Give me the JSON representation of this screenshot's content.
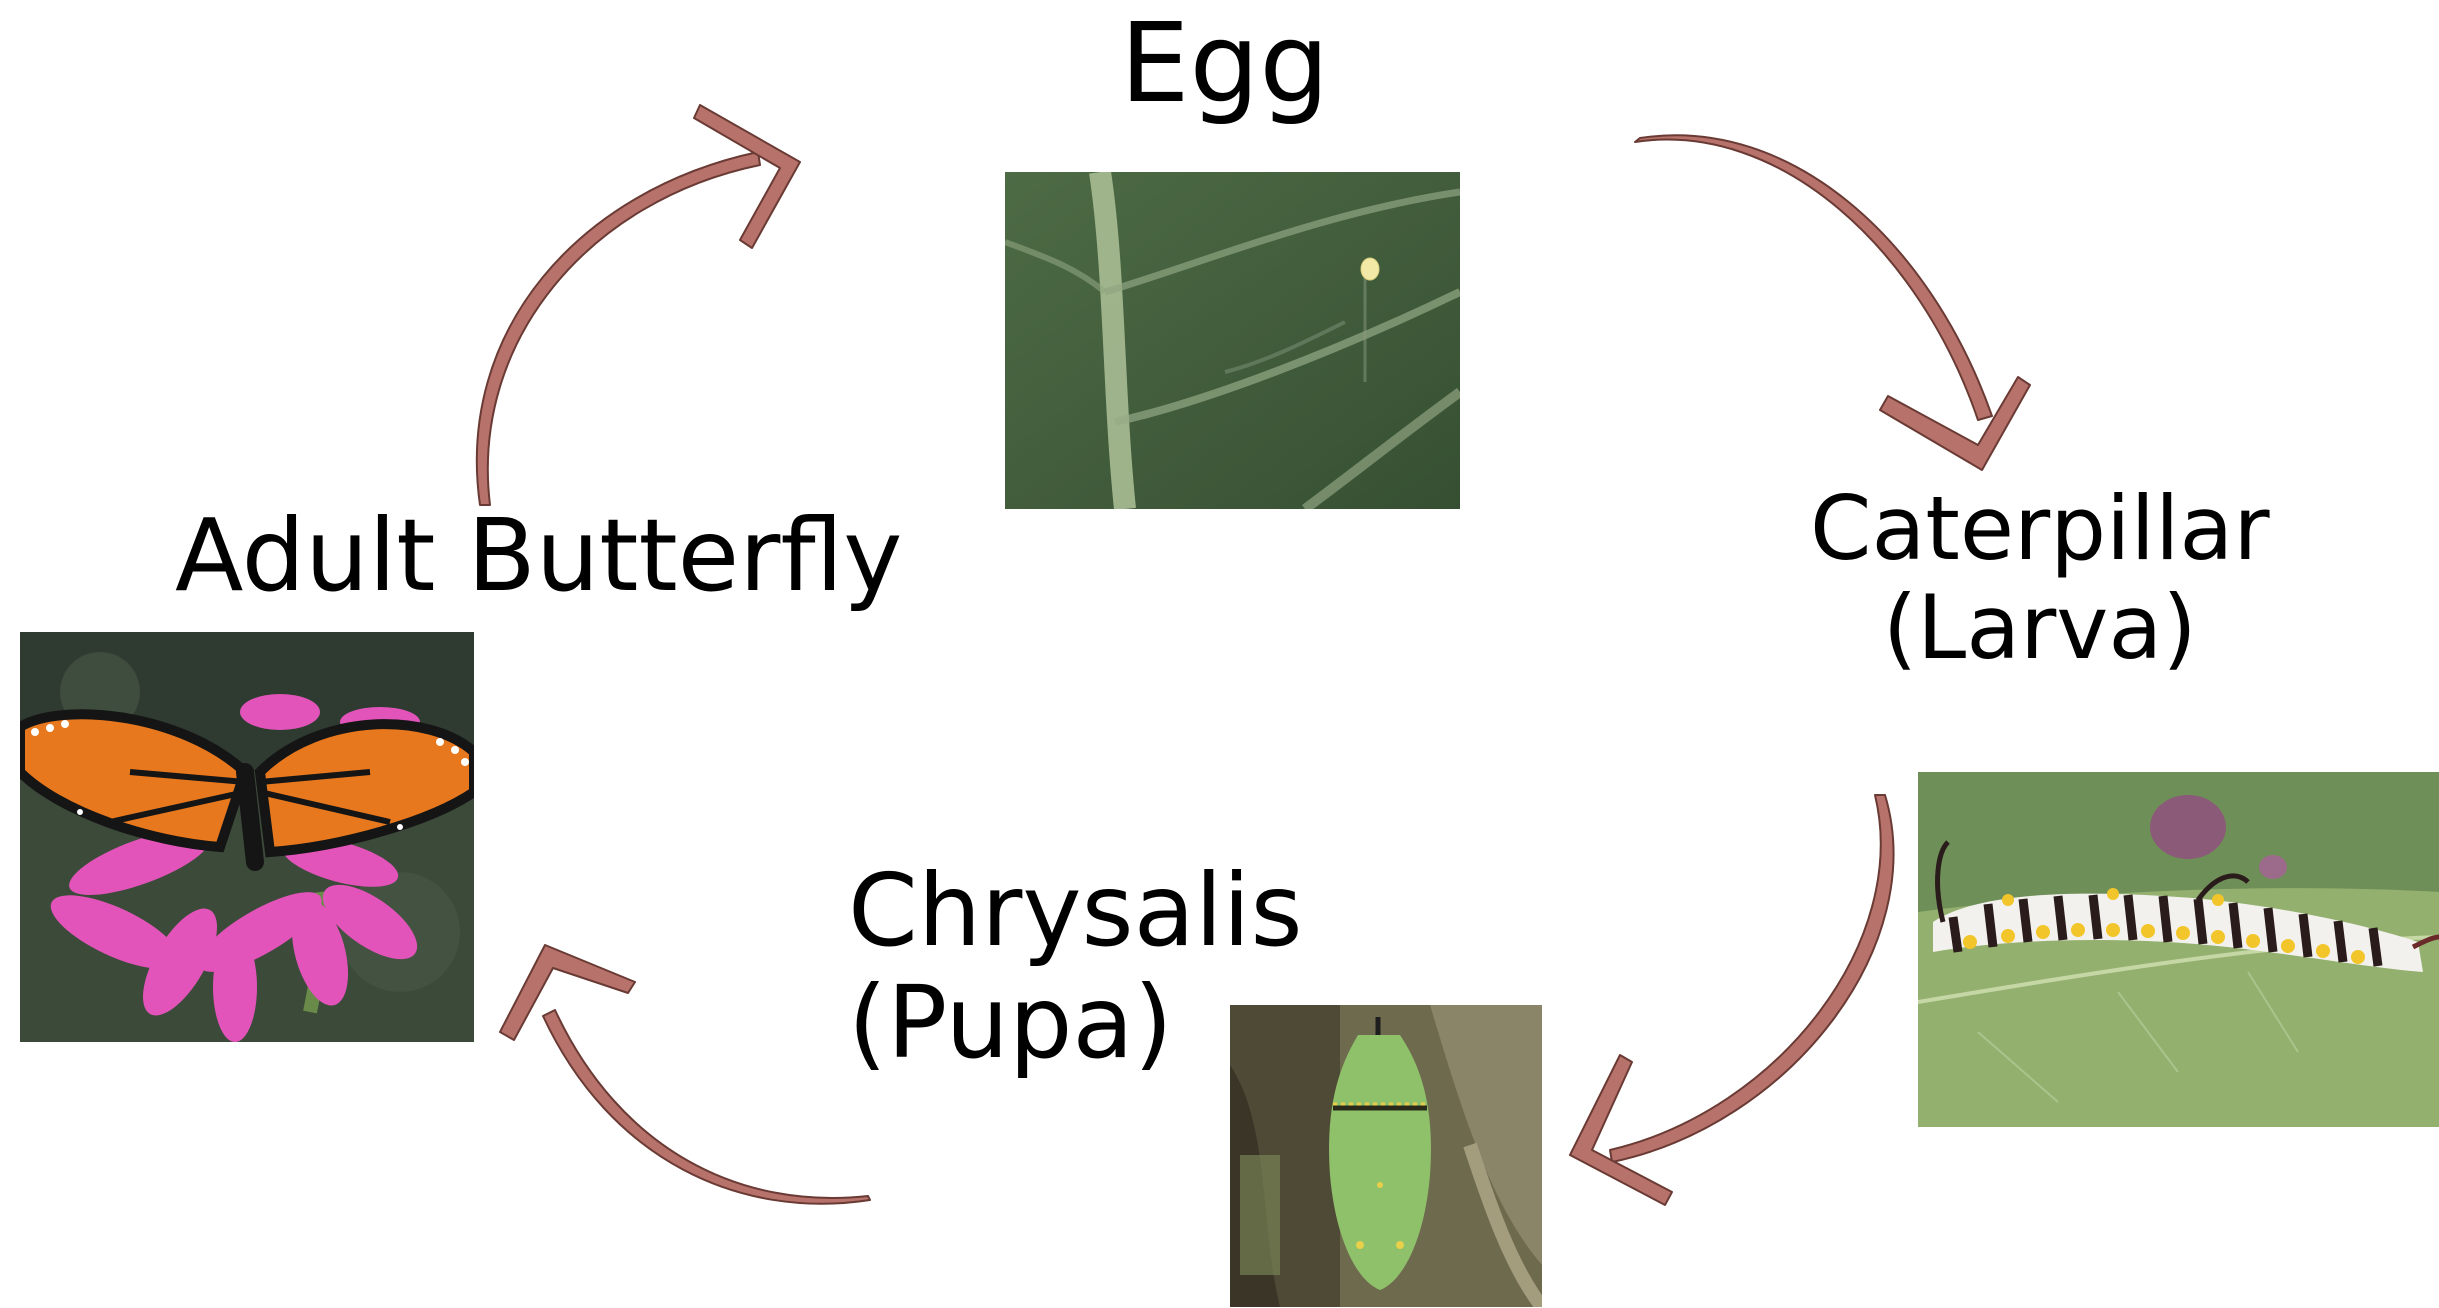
{
  "stages": {
    "egg": {
      "label": "Egg",
      "image": "egg-on-milkweed-leaf"
    },
    "caterpillar": {
      "label_line1": "Caterpillar",
      "label_line2": "(Larva)",
      "image": "striped-caterpillar-on-leaf"
    },
    "chrysalis": {
      "label_line1": "Chrysalis",
      "label_line2": "(Pupa)",
      "image": "green-chrysalis"
    },
    "adult": {
      "label": "Adult Butterfly",
      "image": "monarch-butterfly-on-zinnia"
    }
  },
  "colors": {
    "arrow": "#b7736b",
    "arrow_outline": "#6a3a34"
  }
}
